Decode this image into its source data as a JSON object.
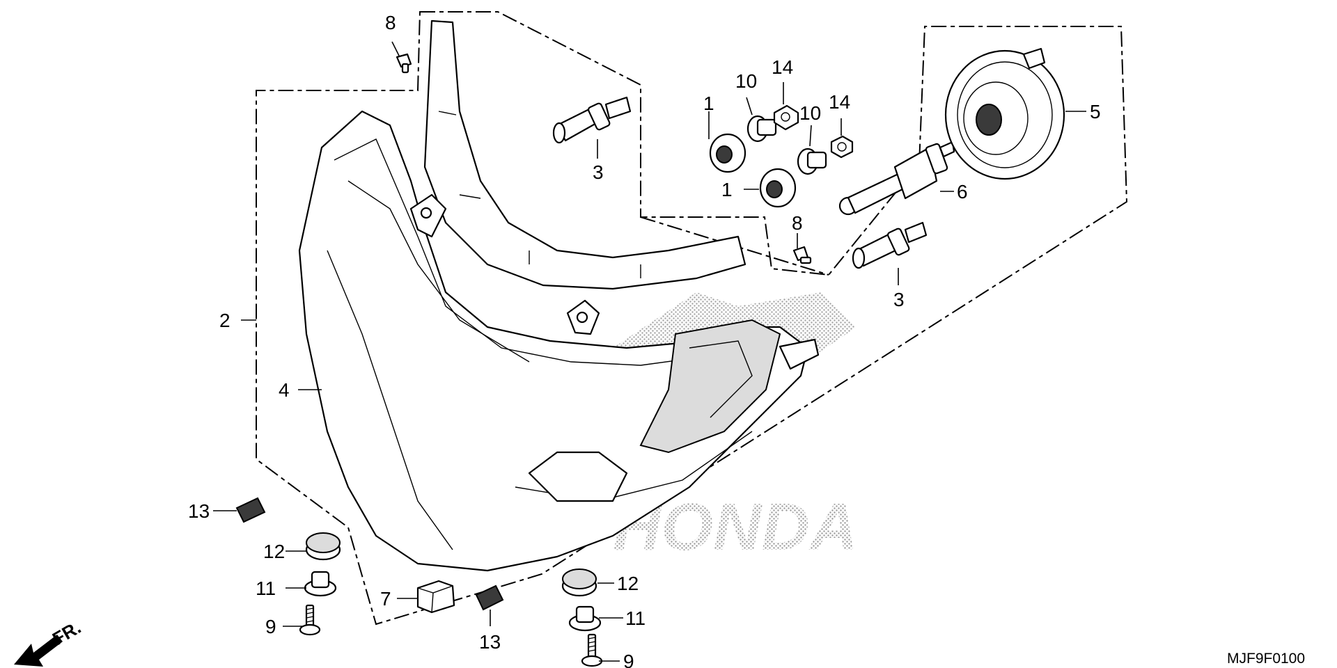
{
  "diagram": {
    "callouts": {
      "c1a": "1",
      "c1b": "1",
      "c2": "2",
      "c3a": "3",
      "c3b": "3",
      "c4": "4",
      "c5": "5",
      "c6": "6",
      "c7": "7",
      "c8a": "8",
      "c8b": "8",
      "c9a": "9",
      "c9b": "9",
      "c10a": "10",
      "c10b": "10",
      "c11a": "11",
      "c11b": "11",
      "c12a": "12",
      "c12b": "12",
      "c13a": "13",
      "c13b": "13",
      "c14a": "14",
      "c14b": "14"
    },
    "direction_label": "FR.",
    "drawing_code": "MJF9F0100",
    "watermark": "HONDA"
  }
}
